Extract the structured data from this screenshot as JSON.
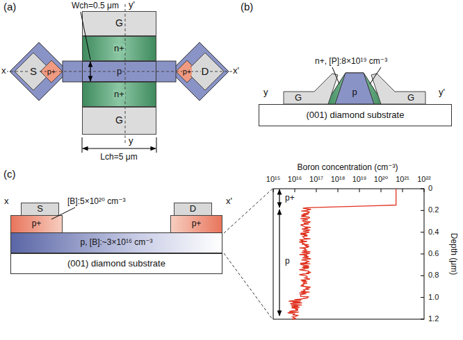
{
  "diagram": {
    "nodes": [
      {
        "text": [
          "S"
        ]
      },
      {
        "text": [
          "p+"
        ]
      },
      {
        "text": [
          "G"
        ]
      },
      {
        "text": [
          "n+"
        ]
      },
      {
        "text": [
          "p"
        ]
      },
      {
        "text": [
          "n+"
        ]
      },
      {
        "text": [
          "G"
        ]
      },
      {
        "text": [
          "p+"
        ]
      },
      {
        "text": [
          "D"
        ]
      },
      {
        "text": [
          "G"
        ]
      },
      {
        "text": [
          "p"
        ]
      },
      {
        "text": [
          "G"
        ]
      },
      {
        "text": [
          "(001) diamond substrate"
        ]
      },
      {
        "text": [
          "S"
        ]
      },
      {
        "text": [
          "p+"
        ]
      },
      {
        "text": [
          "D"
        ]
      },
      {
        "text": [
          "p+"
        ]
      },
      {
        "text": [
          "p, [B]:~3×10¹⁶ cm⁻³"
        ]
      },
      {
        "text": [
          "(001) diamond substrate"
        ]
      }
    ],
    "labels": [
      "(a)",
      "Wch=0.5 μm",
      "y'",
      "x",
      "x'",
      "y",
      "Lch=5 μm",
      "(b)",
      "n+, [P]:8×10¹⁹ cm⁻³",
      "y",
      "y'",
      "(c)",
      "x",
      "x'",
      "[B]:5×10²⁰ cm⁻³",
      "Boron concentration (cm⁻³)",
      "10¹⁵",
      "10¹⁶",
      "10¹⁷",
      "10¹⁸",
      "10¹⁹",
      "10²⁰",
      "10²¹",
      "10²²",
      "0",
      "0.2",
      "0.4",
      "0.6",
      "0.8",
      "1.0",
      "1.2",
      "Depth (μm)",
      "p+",
      "p"
    ]
  }
}
